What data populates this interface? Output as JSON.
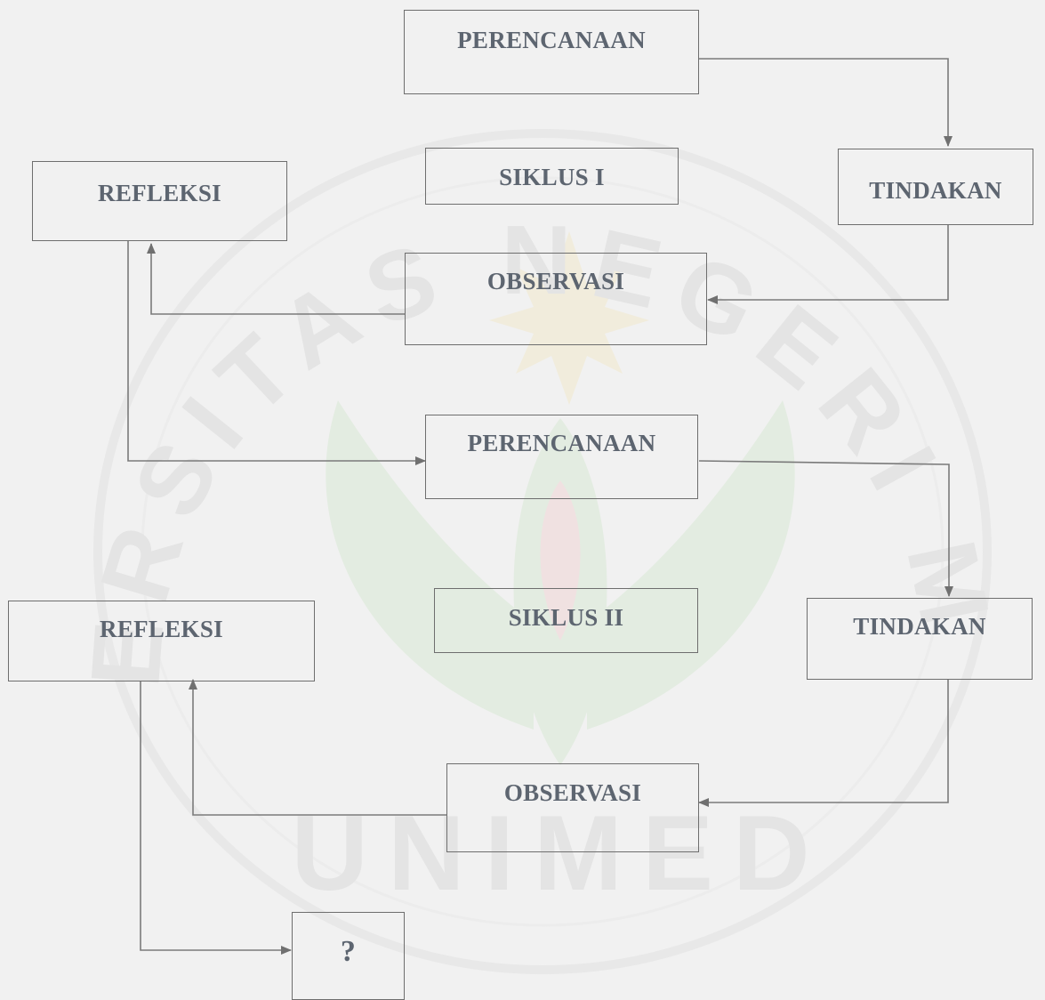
{
  "diagram": {
    "cycle1": {
      "label": "SIKLUS I",
      "planning": "PERENCANAAN",
      "action": "TINDAKAN",
      "observation": "OBSERVASI",
      "reflection": "REFLEKSI"
    },
    "cycle2": {
      "label": "SIKLUS II",
      "planning": "PERENCANAAN",
      "action": "TINDAKAN",
      "observation": "OBSERVASI",
      "reflection": "REFLEKSI"
    },
    "next": "?",
    "watermark_text": "UNIVERSITAS NEGERI MEDAN",
    "watermark_bottom": "UNIMED"
  },
  "colors": {
    "background": "#f1f1f1",
    "box_border": "#6e6e6e",
    "text": "#5d6570",
    "arrow": "#707070",
    "watermark_text": "#e4e4e4",
    "watermark_green": "#e3ece1",
    "watermark_yellow": "#f1ecdc",
    "watermark_red": "#f0e1e1"
  }
}
